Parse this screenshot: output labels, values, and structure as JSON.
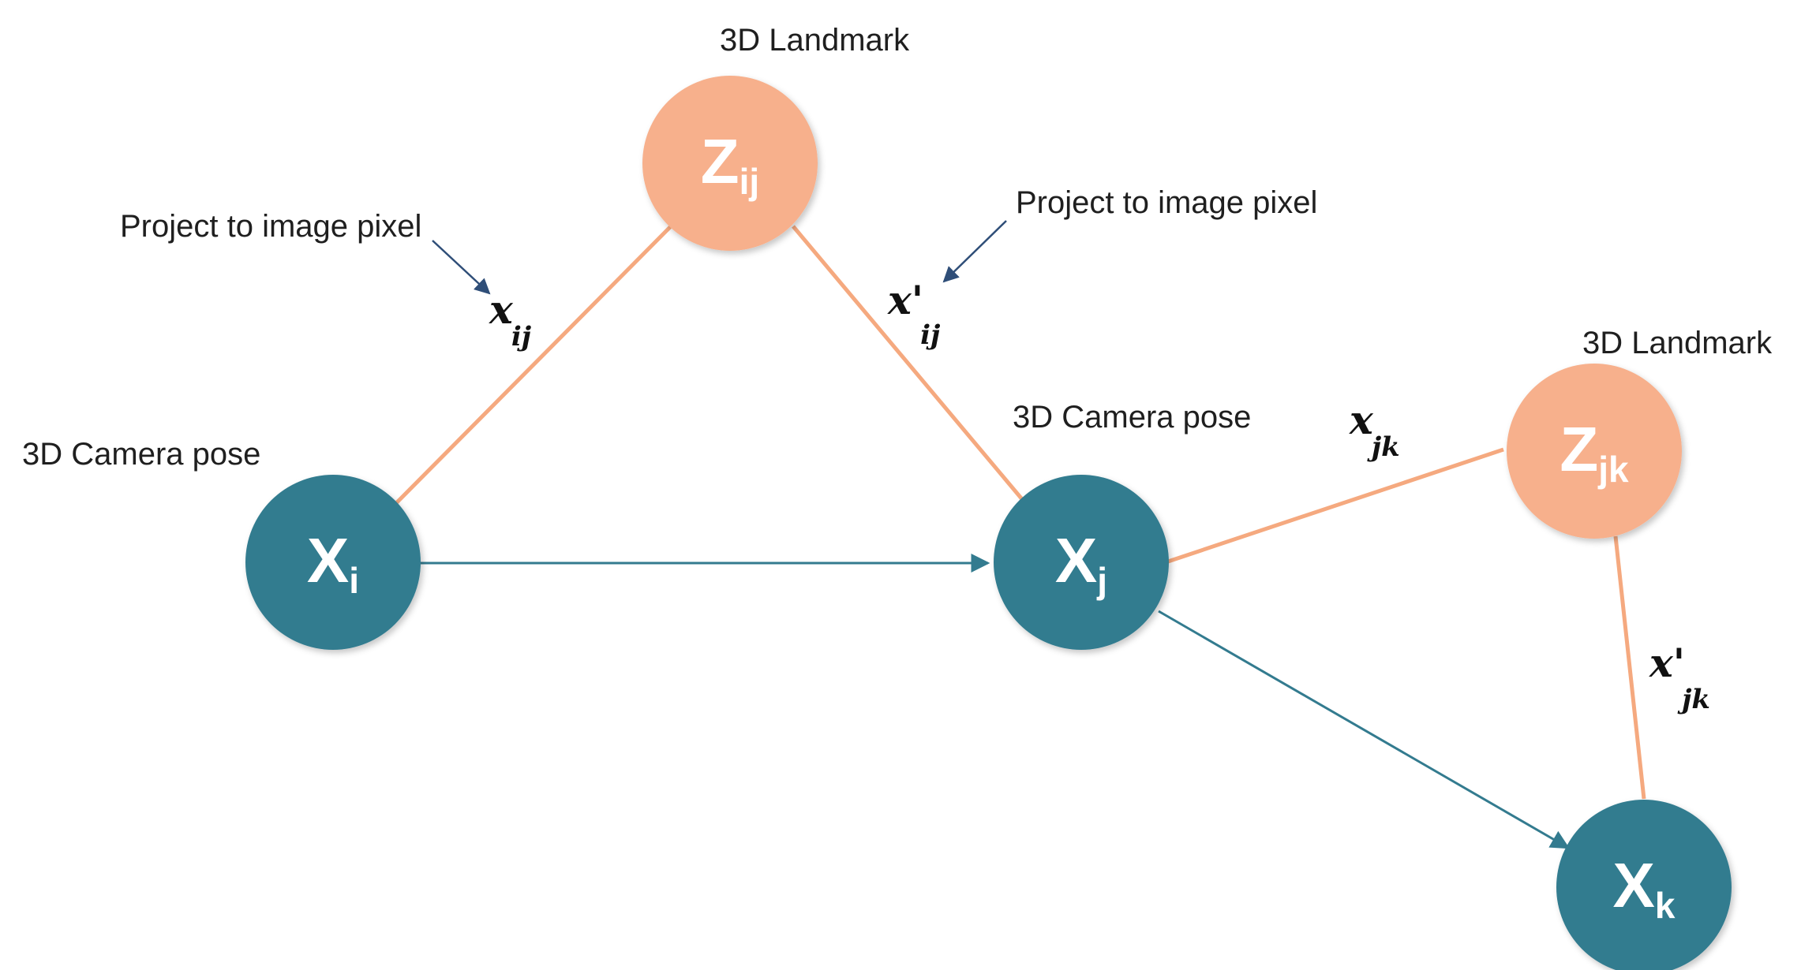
{
  "colors": {
    "pose_fill": "#337b8f",
    "landmark_fill": "#f7b08c",
    "observation_edge": "#f5a97f",
    "odometry_edge": "#337b8f",
    "annotation_arrow": "#2f4e78",
    "text": "#1f1f1f"
  },
  "nodes": {
    "xi": {
      "letter": "X",
      "sub": "i"
    },
    "xj": {
      "letter": "X",
      "sub": "j"
    },
    "xk": {
      "letter": "X",
      "sub": "k"
    },
    "zij": {
      "letter": "Z",
      "sub": "ij"
    },
    "zjk": {
      "letter": "Z",
      "sub": "jk"
    }
  },
  "captions": {
    "landmark_top": "3D Landmark",
    "landmark_right": "3D Landmark",
    "camera_pose_left": "3D Camera pose",
    "camera_pose_mid": "3D Camera pose",
    "project_left": "Project to image pixel",
    "project_right": "Project to image pixel"
  },
  "edge_labels": {
    "x_ij": {
      "main": "x",
      "sub": "ij"
    },
    "x_prime_ij": {
      "main": "x'",
      "sub": "ij"
    },
    "x_jk": {
      "main": "x",
      "sub": "jk"
    },
    "x_prime_jk": {
      "main": "x'",
      "sub": "jk"
    }
  }
}
